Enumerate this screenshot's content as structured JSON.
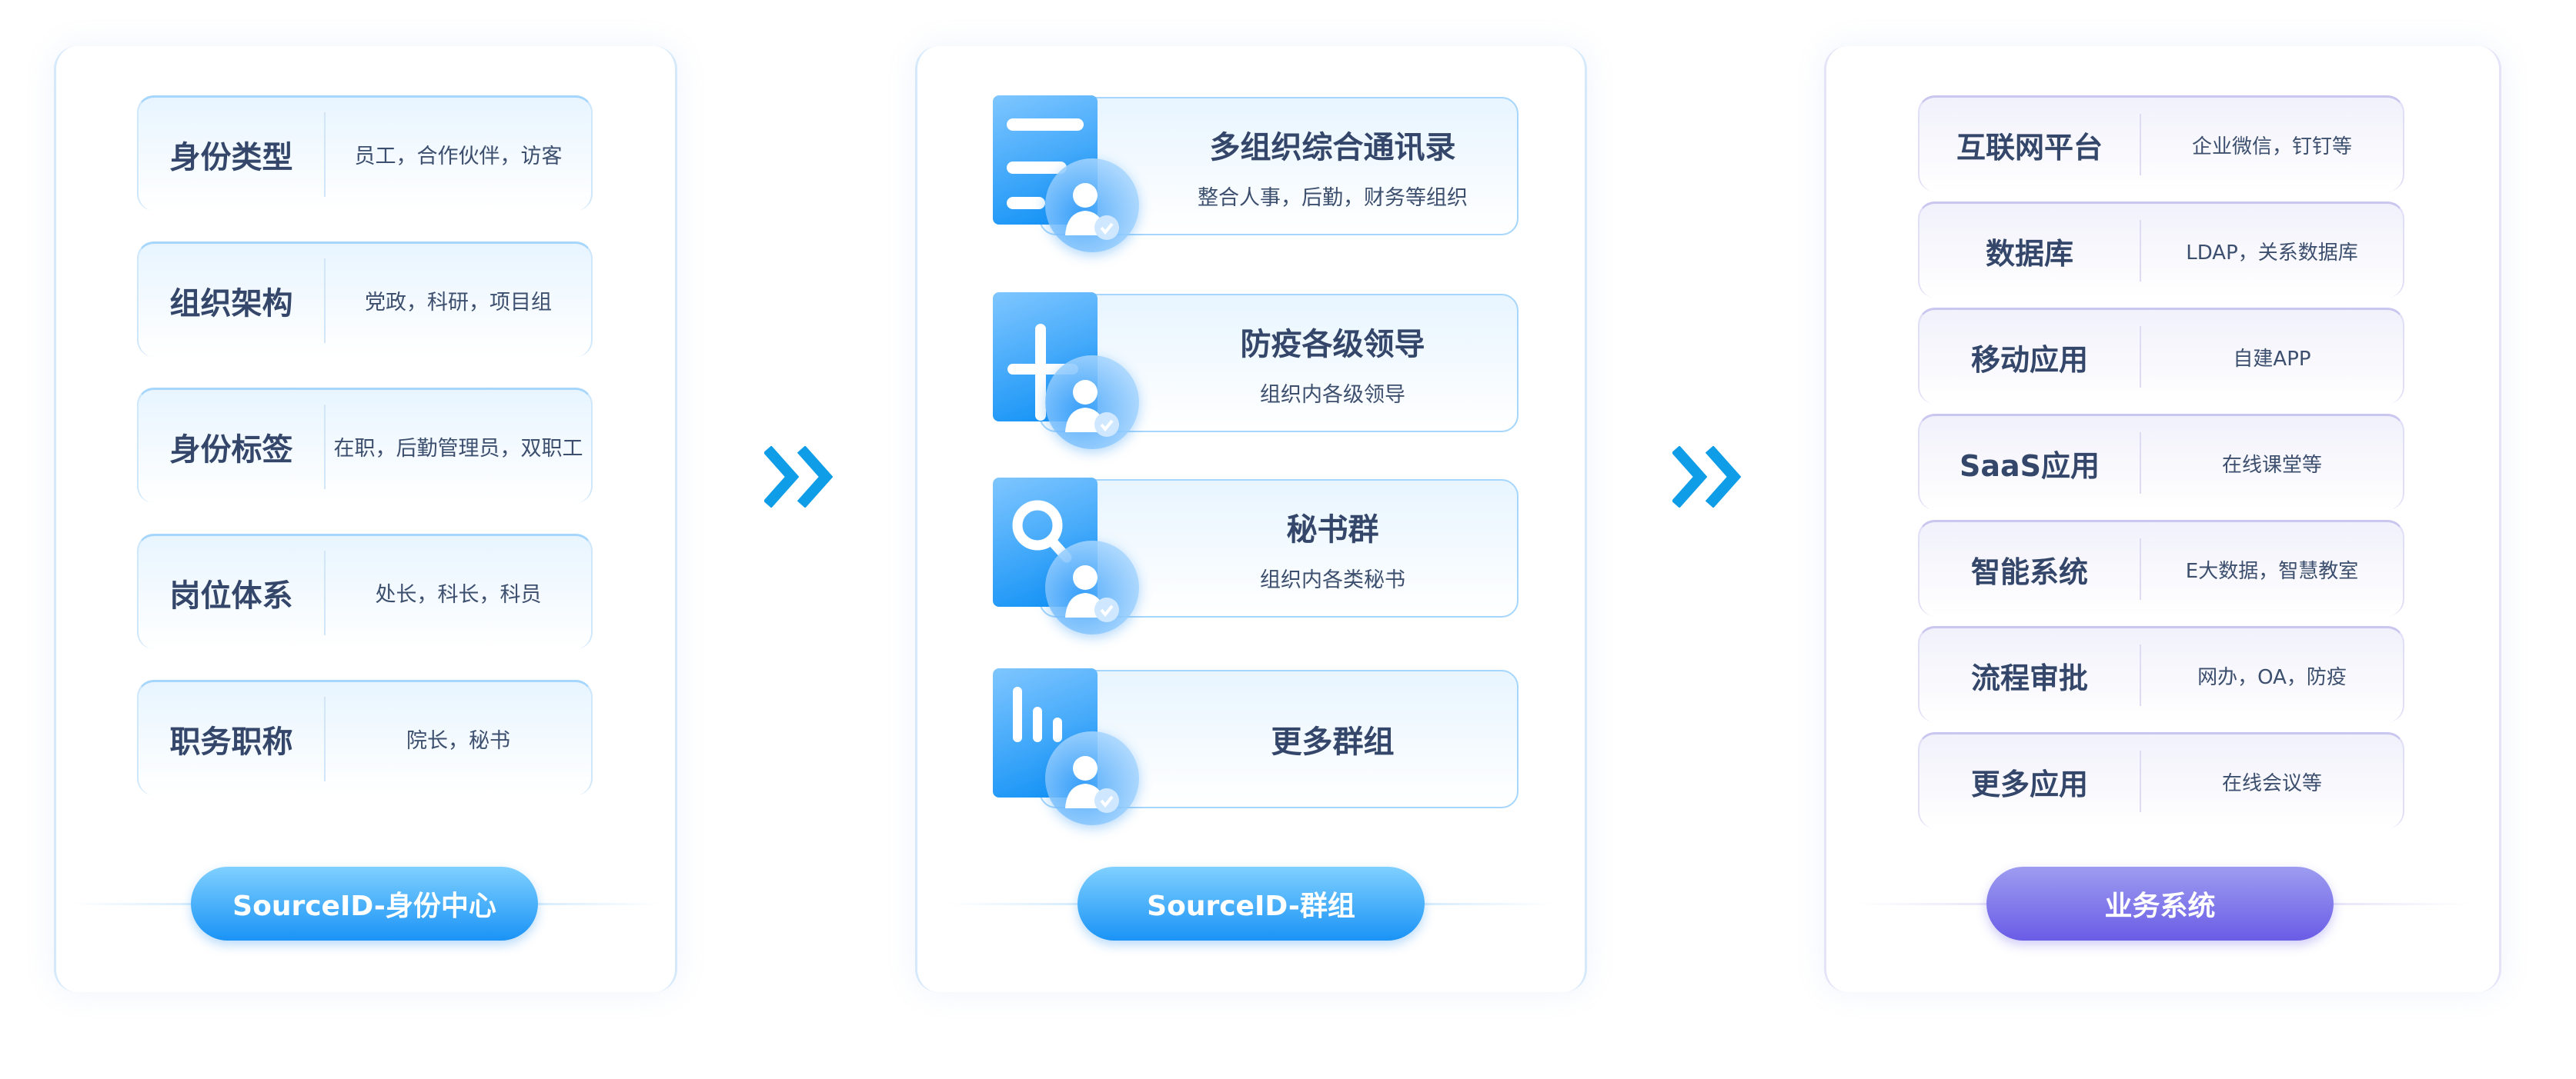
{
  "identity_center": {
    "button": "SourceID-身份中心",
    "items": [
      {
        "title": "身份类型",
        "desc": "员工，合作伙伴，访客"
      },
      {
        "title": "组织架构",
        "desc": "党政，科研，项目组"
      },
      {
        "title": "身份标签",
        "desc": "在职，后勤管理员，双职工"
      },
      {
        "title": "岗位体系",
        "desc": "处长，科长，科员"
      },
      {
        "title": "职务职称",
        "desc": "院长，秘书"
      }
    ]
  },
  "groups": {
    "button": "SourceID-群组",
    "items": [
      {
        "title": "多组织综合通讯录",
        "desc": "整合人事，后勤，财务等组织",
        "icon": "list-icon"
      },
      {
        "title": "防疫各级领导",
        "desc": "组织内各级领导",
        "icon": "plus-icon"
      },
      {
        "title": "秘书群",
        "desc": "组织内各类秘书",
        "icon": "search-icon"
      },
      {
        "title": "更多群组",
        "desc": "",
        "icon": "bar-chart-icon"
      }
    ]
  },
  "business": {
    "button": "业务系统",
    "items": [
      {
        "title": "互联网平台",
        "desc": "企业微信，钉钉等"
      },
      {
        "title": "数据库",
        "desc": "LDAP，关系数据库"
      },
      {
        "title": "移动应用",
        "desc": "自建APP"
      },
      {
        "title": "SaaS应用",
        "desc": "在线课堂等"
      },
      {
        "title": "智能系统",
        "desc": "E大数据，智慧教室"
      },
      {
        "title": "流程审批",
        "desc": "网办，OA，防疫"
      },
      {
        "title": "更多应用",
        "desc": "在线会议等"
      }
    ]
  },
  "colors": {
    "blue": "#1a93f6",
    "purple": "#6a5ce6",
    "text": "#34476a"
  }
}
